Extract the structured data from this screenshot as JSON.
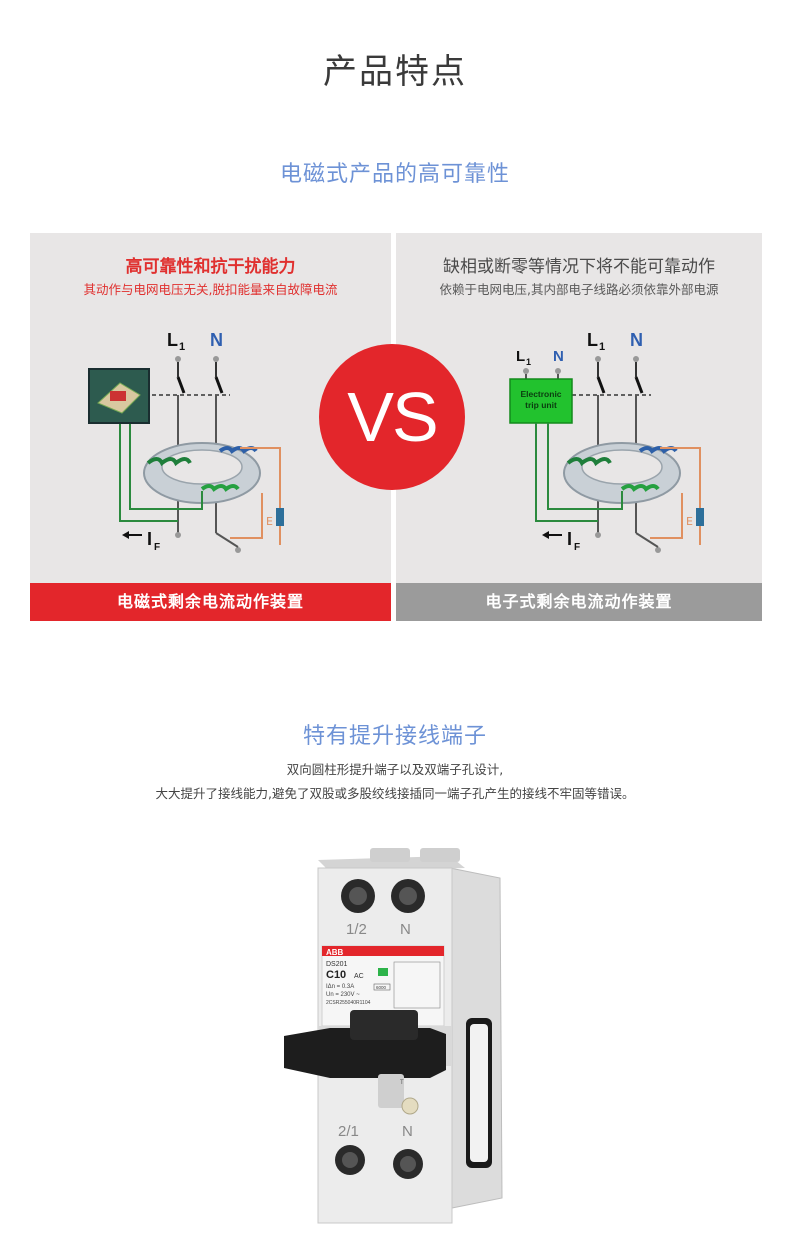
{
  "page": {
    "title": "产品特点"
  },
  "section1": {
    "title": "电磁式产品的高可靠性",
    "left": {
      "heading": "高可靠性和抗干扰能力",
      "subheading": "其动作与电网电压无关,脱扣能量来自故障电流",
      "footer": "电磁式剩余电流动作装置",
      "labels": {
        "l": "L",
        "l_sub": "1",
        "n": "N",
        "if": "I",
        "if_sub": "F"
      },
      "colors": {
        "accent": "#e3262b"
      }
    },
    "right": {
      "heading": "缺相或断零等情况下将不能可靠动作",
      "subheading": "依赖于电网电压,其内部电子线路必须依靠外部电源",
      "footer": "电子式剩余电流动作装置",
      "labels": {
        "l_small": "L",
        "l_small_sub": "1",
        "n_small": "N",
        "l": "L",
        "l_sub": "1",
        "n": "N",
        "if": "I",
        "if_sub": "F",
        "trip_unit_line1": "Electronic",
        "trip_unit_line2": "trip unit"
      },
      "colors": {
        "footer": "#9b9b9b",
        "trip_unit": "#22c22e"
      }
    },
    "vs": "VS"
  },
  "section2": {
    "title": "特有提升接线端子",
    "line1": "双向圆柱形提升端子以及双端子孔设计,",
    "line2": "大大提升了接线能力,避免了双股或多股绞线接插同一端子孔产生的接线不牢固等错误。",
    "product": {
      "brand": "ABB",
      "model": "DS201",
      "rating": "C10",
      "type": "AC",
      "sensitivity": "IΔn = 0.3A",
      "voltage": "Un = 230V ~",
      "breaking": "6000",
      "code": "2CSR255040R1104",
      "terminal_top_left": "1/2",
      "terminal_top_right": "N",
      "terminal_bottom_left": "2/1",
      "terminal_bottom_right": "N",
      "test": "T"
    }
  }
}
